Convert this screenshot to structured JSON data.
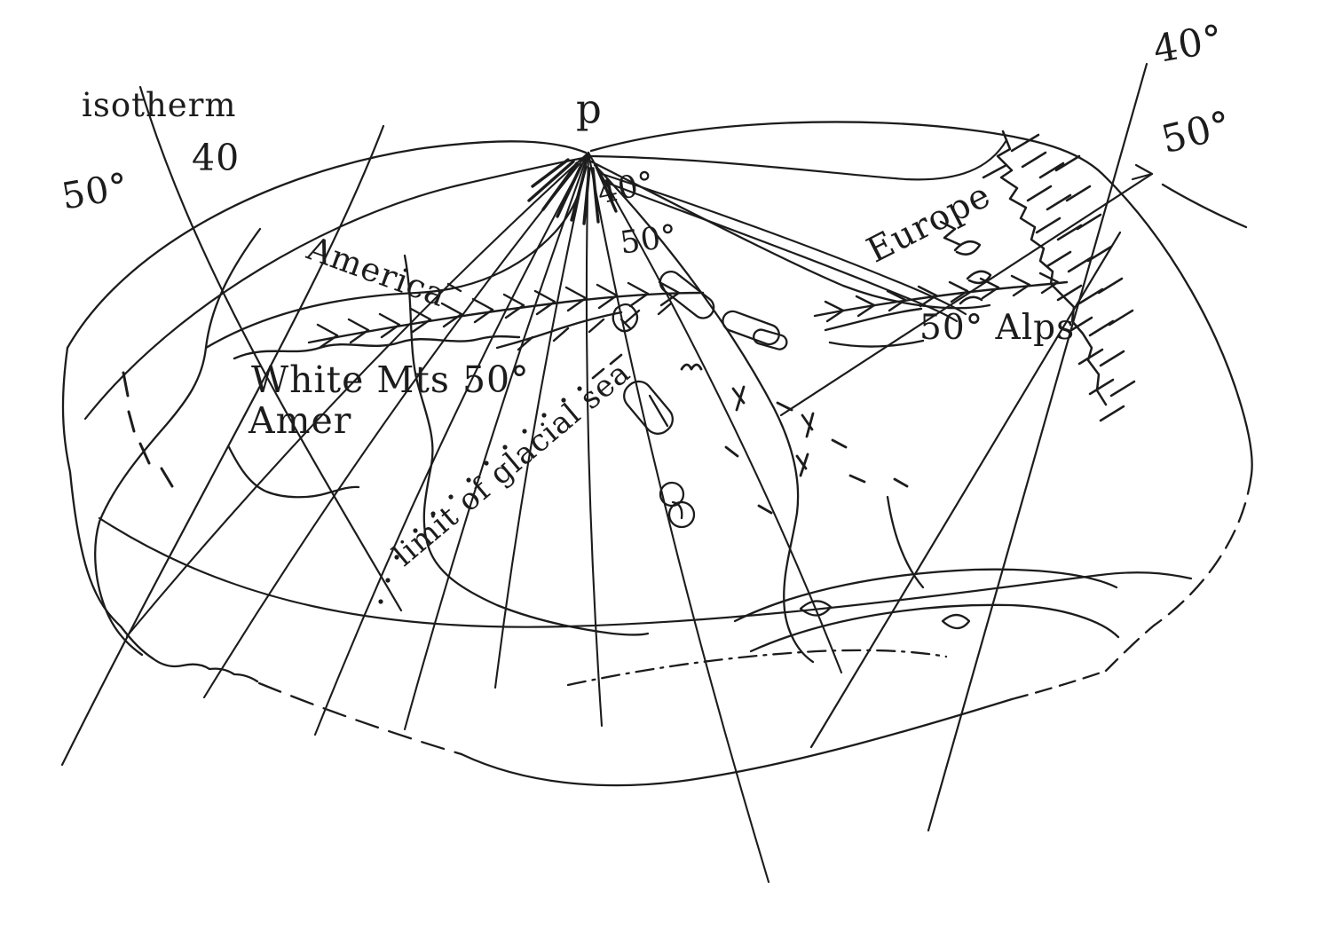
{
  "canvas": {
    "background": "#ffffff",
    "ink": "#1c1c1c"
  },
  "map": {
    "labels": {
      "isotherm": "isotherm",
      "forty_left": "40",
      "fifty_left": "50°",
      "pole": "p",
      "forty_center": "40°",
      "fifty_center": "50°",
      "america": "America",
      "white_mts": "White Mts 50°",
      "amer": "Amer",
      "glacial_limit": "limit of glacial sea",
      "europe": "Europe",
      "alps": "50° Alps",
      "forty_right": "40°",
      "fifty_right": "50°"
    }
  }
}
